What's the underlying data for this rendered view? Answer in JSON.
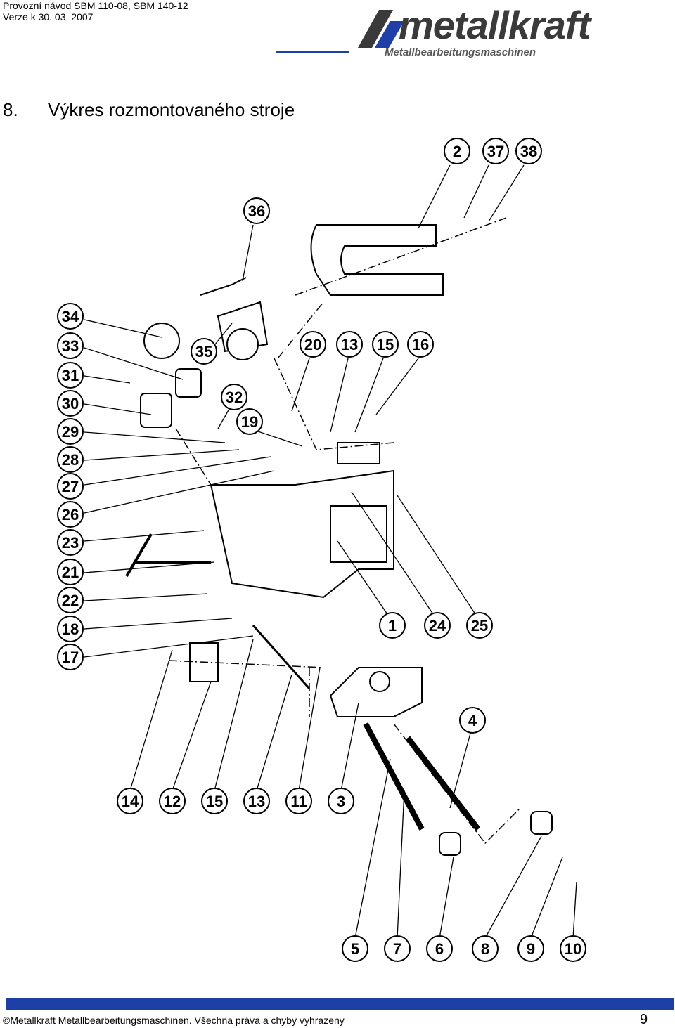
{
  "header": {
    "line1": "Provozní návod  SBM 110-08, SBM 140-12",
    "line2": "Verze k 30. 03. 2007"
  },
  "logo": {
    "wordmark": "metallkraft",
    "tagline": "Metallbearbeitungsmaschinen"
  },
  "section": {
    "number": "8.",
    "title": "Výkres rozmontovaného stroje"
  },
  "callouts": [
    "2",
    "37",
    "38",
    "36",
    "34",
    "33",
    "31",
    "30",
    "29",
    "28",
    "27",
    "26",
    "23",
    "21",
    "22",
    "18",
    "17",
    "35",
    "32",
    "19",
    "20",
    "13",
    "15",
    "16",
    "1",
    "24",
    "25",
    "4",
    "14",
    "12",
    "15",
    "13",
    "11",
    "3",
    "5",
    "7",
    "6",
    "8",
    "9",
    "10"
  ],
  "footer": {
    "copyright": "©Metallkraft Metallbearbeitungsmaschinen. Všechna práva a chyby vyhrazeny",
    "page": "9"
  },
  "colors": {
    "accent": "#1f3fa8",
    "logo_grey": "#3a3a3a"
  }
}
